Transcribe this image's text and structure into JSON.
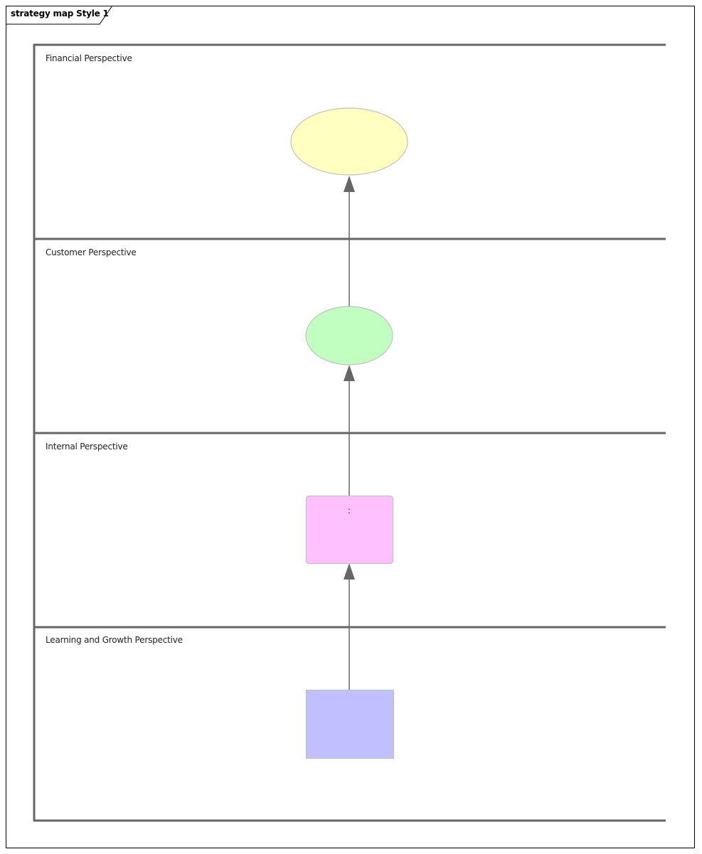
{
  "frame": {
    "title": "strategy map Style 1"
  },
  "lanes": [
    {
      "label": "Financial Perspective"
    },
    {
      "label": "Customer Perspective"
    },
    {
      "label": "Internal Perspective"
    },
    {
      "label": "Learning and Growth Perspective"
    }
  ],
  "elements": {
    "financial_objective": {
      "shape": "ellipse",
      "fill": "#FFFFC0",
      "label": ""
    },
    "customer_objective": {
      "shape": "ellipse",
      "fill": "#C0FFC0",
      "label": ""
    },
    "internal_objective": {
      "shape": "rounded-rect",
      "fill": "#FFC0FF",
      "label": ":"
    },
    "learning_objective": {
      "shape": "rect",
      "fill": "#C0C0FF",
      "label": ""
    }
  },
  "colors": {
    "lane_line": "#666666",
    "connector": "#666666",
    "shape_border": "#C0C0C0"
  }
}
